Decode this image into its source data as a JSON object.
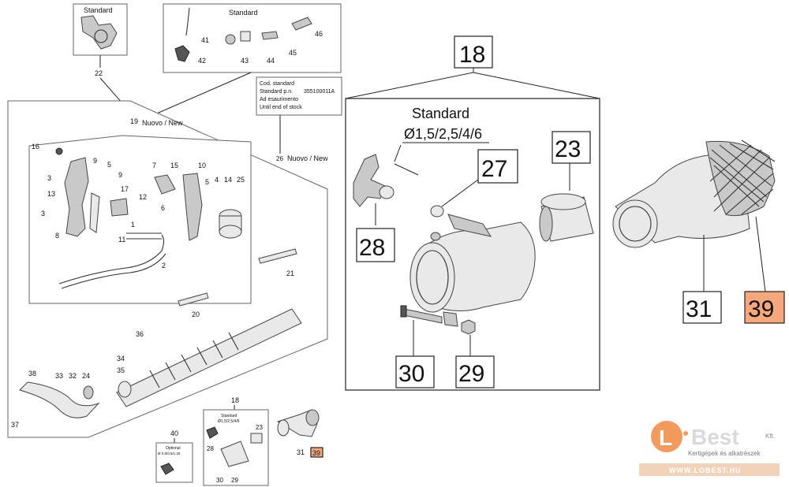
{
  "labels": {
    "standard": "Standard",
    "nuovo_new": "Nuovo / New",
    "cod_standard": "Cod. standard",
    "standard_pn": "Standard p.n.",
    "ad_esaurimento": "Ad esaurimento",
    "until_end": "Until end of stock",
    "code": "355100011A",
    "diameters": "Ø1,5/2,5/4/6",
    "optional": "Optional",
    "optional_sizes": "Ø 0,5/0,8/1,25",
    "small_standard": "Standard",
    "small_diameters": "Ø1,5/2,5/4/6"
  },
  "parts": {
    "p1": "1",
    "p2": "2",
    "p3": "3",
    "p3b": "3",
    "p4": "4",
    "p5": "5",
    "p5b": "5",
    "p6": "6",
    "p7": "7",
    "p8": "8",
    "p9": "9",
    "p9b": "9",
    "p10": "10",
    "p11": "11",
    "p12": "12",
    "p13": "13",
    "p14": "14",
    "p15": "15",
    "p16": "16",
    "p17": "17",
    "p18": "18",
    "p19": "19",
    "p20": "20",
    "p21": "21",
    "p22": "22",
    "p23": "23",
    "p24": "24",
    "p25": "25",
    "p26": "26",
    "p28": "28",
    "p29": "29",
    "p30": "30",
    "p31": "31",
    "p32": "32",
    "p33": "33",
    "p34": "34",
    "p35": "35",
    "p36": "36",
    "p37": "37",
    "p38": "38",
    "p39": "39",
    "p40": "40",
    "p41": "41",
    "p42": "42",
    "p43": "43",
    "p44": "44",
    "p45": "45",
    "p46": "46"
  },
  "detail": {
    "title_number": "18",
    "n23": "23",
    "n27": "27",
    "n28": "28",
    "n29": "29",
    "n30": "30",
    "n31": "31",
    "n39": "39"
  },
  "small": {
    "n18": "18",
    "n23": "23",
    "n28": "28",
    "n29": "29",
    "n30": "30",
    "n31": "31",
    "n39": "39"
  },
  "logo": {
    "brand": "Best",
    "suffix": "Kft.",
    "tagline": "Kertigépek és alkatrészek",
    "url": "WWW.LOBEST.HU"
  },
  "colors": {
    "highlight": "#f6a77c",
    "logo_orange": "#f39a5d",
    "logo_bar": "#f0d3b8"
  }
}
